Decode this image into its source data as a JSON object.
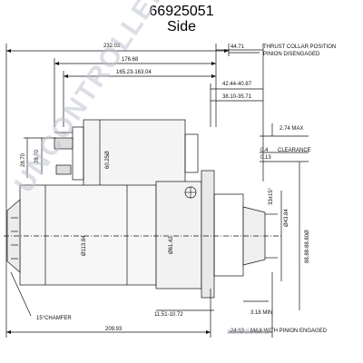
{
  "title": {
    "part_number": "66925051",
    "view": "Side"
  },
  "dimensions": {
    "overall_length": "232.03",
    "flange_to_rear": "176.68",
    "flange_to_solenoid_range": "165.23-163.04",
    "thrust_collar": "44.71",
    "collar_dim_1": "42.44-40.87",
    "collar_dim_2": "38.10-35.71",
    "solenoid_offset_1": "28.70",
    "solenoid_offset_2": "28.70",
    "solenoid_diameter": "60.25Ø",
    "pinion_tip": "2.74 MAX",
    "clearance_value": "0.4",
    "clearance_min": "0.13",
    "pinion_angle": "33±15°",
    "flange_diameter": "Ø43.84",
    "pilot_diameter": "88.88-88.80Ø",
    "body_diameter": "Ø113.84",
    "nose_diameter": "Ø61.42",
    "rear_chamfer": "15°CHAMFER",
    "nose_length": "11.51-10.72",
    "nose_gap": "3.18 MIN",
    "body_length": "209.93",
    "pinion_engaged": "24.13"
  },
  "notes": {
    "thrust_collar_1": "THRUST COLLAR POSITION",
    "thrust_collar_2": "PINION DISENGAGED",
    "clearance": "CLEARANCE",
    "pinion_engaged_note": "MAX WITH PINION ENGAGED"
  },
  "watermark": {
    "text": "UNCONTROLLED COPY",
    "site": "autodoc.ru"
  }
}
